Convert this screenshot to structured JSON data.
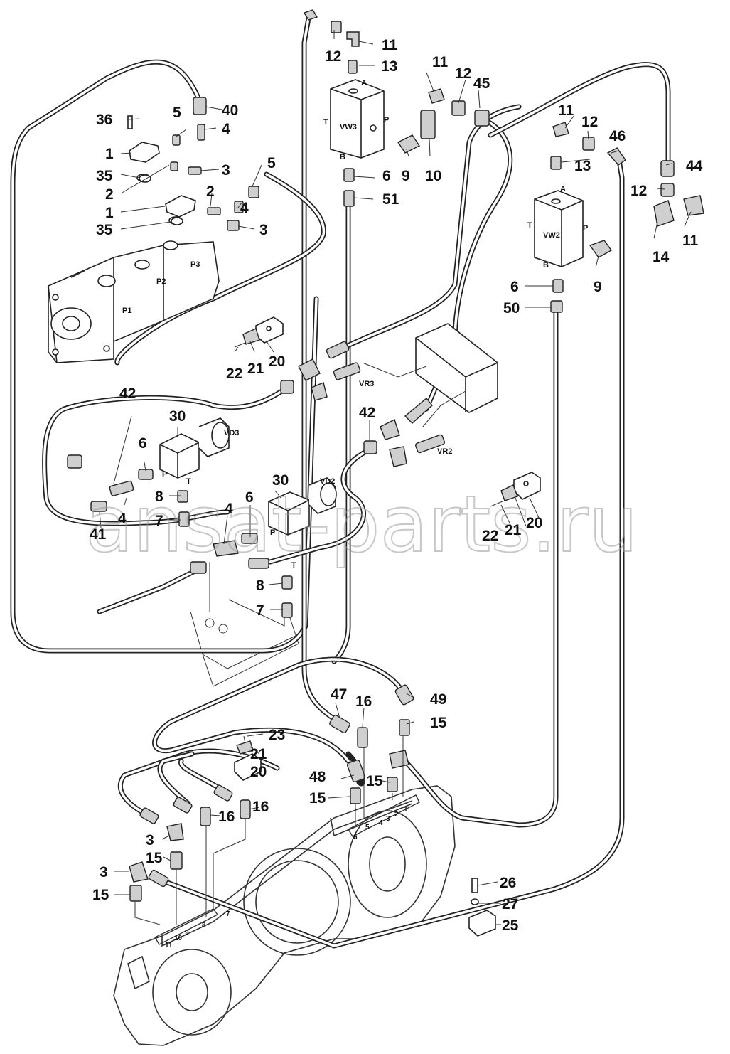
{
  "diagram": {
    "watermark": "ansat-parts.ru",
    "callouts": [
      "1",
      "1",
      "2",
      "2",
      "3",
      "3",
      "3",
      "3",
      "4",
      "4",
      "4",
      "4",
      "5",
      "5",
      "6",
      "6",
      "6",
      "6",
      "7",
      "7",
      "8",
      "8",
      "9",
      "9",
      "10",
      "11",
      "11",
      "11",
      "11",
      "12",
      "12",
      "12",
      "12",
      "13",
      "13",
      "14",
      "15",
      "15",
      "15",
      "15",
      "15",
      "16",
      "16",
      "16",
      "20",
      "20",
      "20",
      "21",
      "21",
      "21",
      "22",
      "22",
      "23",
      "25",
      "26",
      "27",
      "30",
      "30",
      "35",
      "35",
      "36",
      "40",
      "41",
      "42",
      "42",
      "44",
      "45",
      "46",
      "47",
      "48",
      "49",
      "50",
      "51"
    ],
    "component_tags": {
      "pump_p1": "P1",
      "pump_p2": "P2",
      "pump_p3": "P3",
      "vw3": "VW3",
      "vw2": "VW2",
      "vd3": "VD3",
      "vd2": "VD2",
      "vr3": "VR3",
      "vr2": "VR2",
      "port_a": "A",
      "port_b": "B",
      "port_t": "T",
      "port_p": "P"
    },
    "frame_hole_numbers": [
      "1",
      "2",
      "3",
      "4",
      "5",
      "6",
      "7",
      "8",
      "9",
      "10",
      "11"
    ]
  }
}
